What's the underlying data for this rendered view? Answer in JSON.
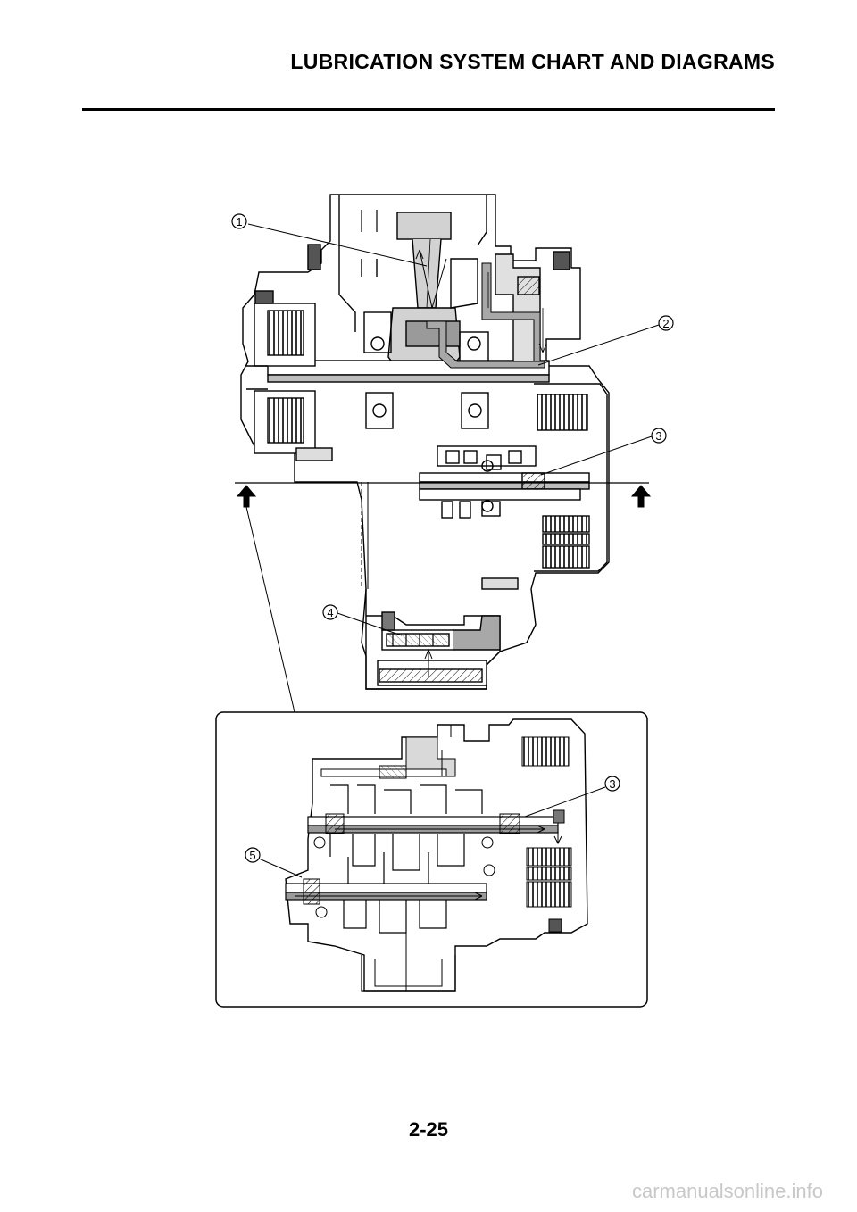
{
  "header": {
    "title": "LUBRICATION SYSTEM CHART AND DIAGRAMS"
  },
  "callouts": [
    "1",
    "2",
    "3",
    "4",
    "3",
    "5"
  ],
  "footer": {
    "page_number": "2-25"
  },
  "watermark": "carmanualsonline.info"
}
